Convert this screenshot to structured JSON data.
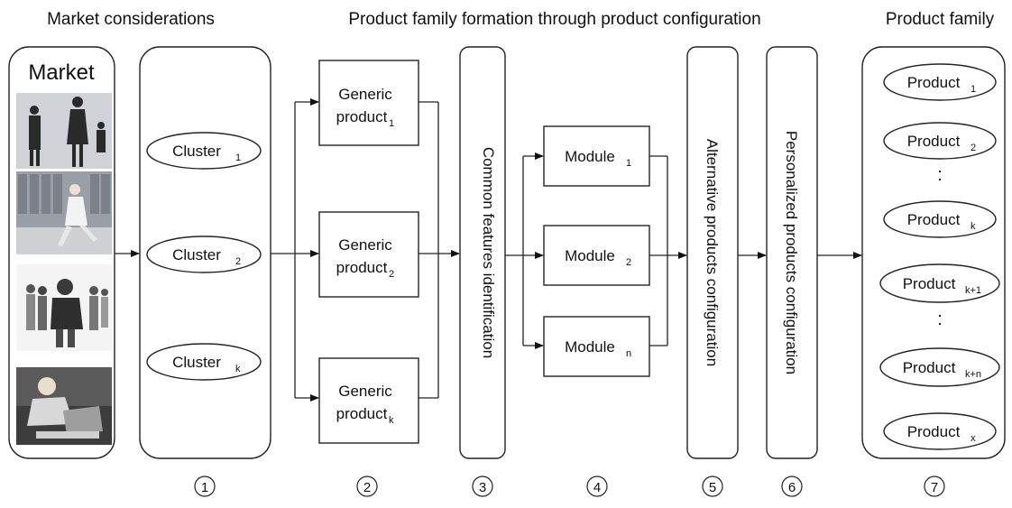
{
  "headers": {
    "market_considerations": "Market considerations",
    "product_family_formation": "Product family formation through product configuration",
    "product_family": "Product family"
  },
  "market": {
    "title": "Market"
  },
  "clusters": [
    {
      "label": "Cluster",
      "sub": "1"
    },
    {
      "label": "Cluster",
      "sub": "2"
    },
    {
      "label": "Cluster",
      "sub": "k"
    }
  ],
  "generic_products": [
    {
      "line1": "Generic",
      "line2": "product",
      "sub": "1"
    },
    {
      "line1": "Generic",
      "line2": "product",
      "sub": "2"
    },
    {
      "line1": "Generic",
      "line2": "product",
      "sub": "k"
    }
  ],
  "common_features": "Common features identification",
  "modules": [
    {
      "label": "Module",
      "sub": "1"
    },
    {
      "label": "Module",
      "sub": "2"
    },
    {
      "label": "Module",
      "sub": "n"
    }
  ],
  "alternative_config": "Alternative products configuration",
  "personalized_config": "Personalized products configuration",
  "products": [
    {
      "label": "Product",
      "sub": "1"
    },
    {
      "label": "Product",
      "sub": "2"
    },
    {
      "label": "Product",
      "sub": "k"
    },
    {
      "label": "Product",
      "sub": "k+1"
    },
    {
      "label": "Product",
      "sub": "k+n"
    },
    {
      "label": "Product",
      "sub": "x"
    }
  ],
  "ellipsis_dots": ":",
  "stage_numbers": [
    "1",
    "2",
    "3",
    "4",
    "5",
    "6",
    "7"
  ]
}
